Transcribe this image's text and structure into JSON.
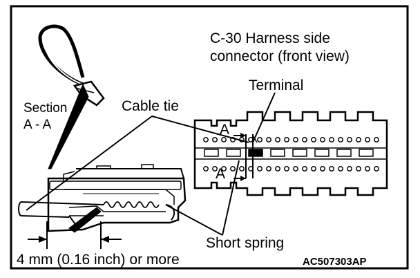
{
  "labels": {
    "connector_title_line1": "C-30 Harness side",
    "connector_title_line2": "connector (front view)",
    "terminal": "Terminal",
    "section_line1": "Section",
    "section_line2": "A - A",
    "cable_tie": "Cable tie",
    "section_marker_top": "A",
    "section_marker_bottom": "A",
    "short_spring": "Short spring",
    "dimension": "4 mm (0.16 inch) or more",
    "figure_code": "AC507303AP"
  }
}
